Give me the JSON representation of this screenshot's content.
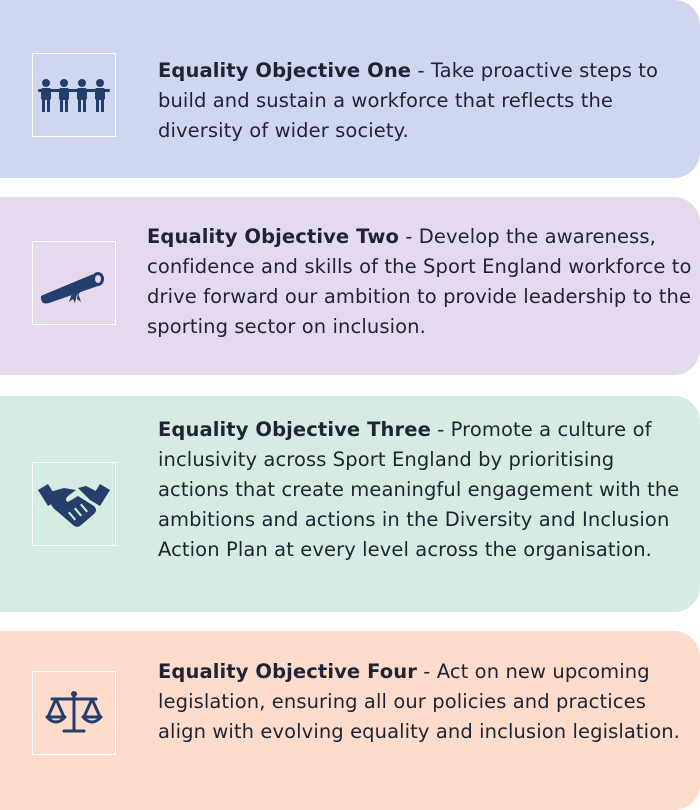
{
  "objectives": [
    {
      "title": "Equality Objective One",
      "text": " - Take proactive steps to build and sustain a workforce that reflects the diversity of wider society.",
      "icon": "people-icon",
      "color": "#cfd6f0"
    },
    {
      "title": "Equality Objective Two",
      "text": " - Develop the awareness, confidence and skills of the Sport England workforce to drive forward our ambition to provide leadership to the sporting sector on inclusion.",
      "icon": "diploma-scroll-icon",
      "color": "#e5d9ee"
    },
    {
      "title": "Equality Objective Three",
      "text": " - Promote a culture of inclusivity across Sport England by prioritising actions that create meaningful engagement with the ambitions and actions in the Diversity and Inclusion Action Plan at every level across the organisation.",
      "icon": "handshake-icon",
      "color": "#d6ece3"
    },
    {
      "title": "Equality Objective Four",
      "text": " - Act on new upcoming legislation, ensuring all our policies and practices align with evolving equality and inclusion legislation.",
      "icon": "scales-icon",
      "color": "#fddccb"
    }
  ],
  "icon_color": "#263e6c"
}
